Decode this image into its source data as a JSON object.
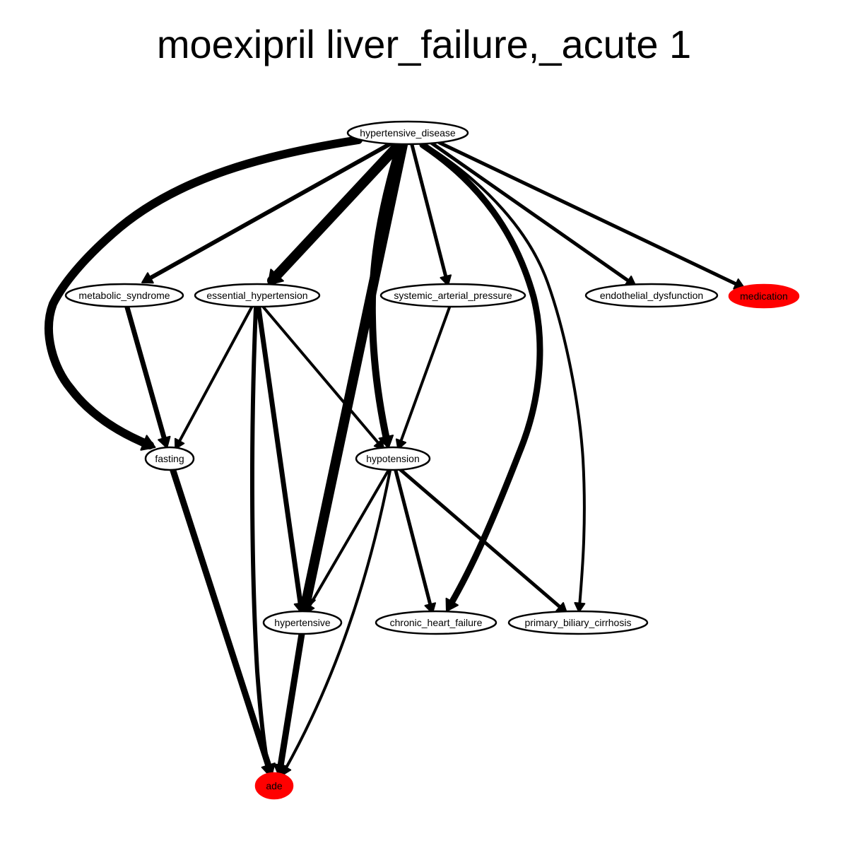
{
  "title": "moexipril liver_failure,_acute 1",
  "colors": {
    "edge": "#000000",
    "node_stroke": "#000000",
    "node_fill_default": "#ffffff",
    "node_fill_highlight": "#ff0000",
    "background": "#ffffff"
  },
  "nodes": [
    {
      "id": "hypertensive_disease",
      "label": "hypertensive_disease",
      "highlight": false
    },
    {
      "id": "metabolic_syndrome",
      "label": "metabolic_syndrome",
      "highlight": false
    },
    {
      "id": "essential_hypertension",
      "label": "essential_hypertension",
      "highlight": false
    },
    {
      "id": "systemic_arterial_pressure",
      "label": "systemic_arterial_pressure",
      "highlight": false
    },
    {
      "id": "endothelial_dysfunction",
      "label": "endothelial_dysfunction",
      "highlight": false
    },
    {
      "id": "medication",
      "label": "medication",
      "highlight": true
    },
    {
      "id": "fasting",
      "label": "fasting",
      "highlight": false
    },
    {
      "id": "hypotension",
      "label": "hypotension",
      "highlight": false
    },
    {
      "id": "hypertensive",
      "label": "hypertensive",
      "highlight": false
    },
    {
      "id": "chronic_heart_failure",
      "label": "chronic_heart_failure",
      "highlight": false
    },
    {
      "id": "primary_biliary_cirrhosis",
      "label": "primary_biliary_cirrhosis",
      "highlight": false
    },
    {
      "id": "ade",
      "label": "ade",
      "highlight": true
    }
  ],
  "edges": [
    {
      "from": "hypertensive_disease",
      "to": "fasting",
      "weight": 12
    },
    {
      "from": "hypertensive_disease",
      "to": "metabolic_syndrome",
      "weight": 6
    },
    {
      "from": "hypertensive_disease",
      "to": "essential_hypertension",
      "weight": 14
    },
    {
      "from": "hypertensive_disease",
      "to": "hypertensive",
      "weight": 14
    },
    {
      "from": "hypertensive_disease",
      "to": "hypotension",
      "weight": 10
    },
    {
      "from": "hypertensive_disease",
      "to": "systemic_arterial_pressure",
      "weight": 5
    },
    {
      "from": "hypertensive_disease",
      "to": "chronic_heart_failure",
      "weight": 9
    },
    {
      "from": "hypertensive_disease",
      "to": "primary_biliary_cirrhosis",
      "weight": 4
    },
    {
      "from": "hypertensive_disease",
      "to": "endothelial_dysfunction",
      "weight": 5
    },
    {
      "from": "hypertensive_disease",
      "to": "medication",
      "weight": 5
    },
    {
      "from": "metabolic_syndrome",
      "to": "fasting",
      "weight": 7
    },
    {
      "from": "essential_hypertension",
      "to": "fasting",
      "weight": 4
    },
    {
      "from": "essential_hypertension",
      "to": "hypotension",
      "weight": 4
    },
    {
      "from": "essential_hypertension",
      "to": "hypertensive",
      "weight": 7
    },
    {
      "from": "essential_hypertension",
      "to": "ade",
      "weight": 6
    },
    {
      "from": "systemic_arterial_pressure",
      "to": "hypotension",
      "weight": 4
    },
    {
      "from": "fasting",
      "to": "ade",
      "weight": 9
    },
    {
      "from": "hypotension",
      "to": "hypertensive",
      "weight": 4
    },
    {
      "from": "hypotension",
      "to": "chronic_heart_failure",
      "weight": 5
    },
    {
      "from": "hypotension",
      "to": "primary_biliary_cirrhosis",
      "weight": 5
    },
    {
      "from": "hypotension",
      "to": "ade",
      "weight": 4
    },
    {
      "from": "hypertensive",
      "to": "ade",
      "weight": 9
    }
  ]
}
